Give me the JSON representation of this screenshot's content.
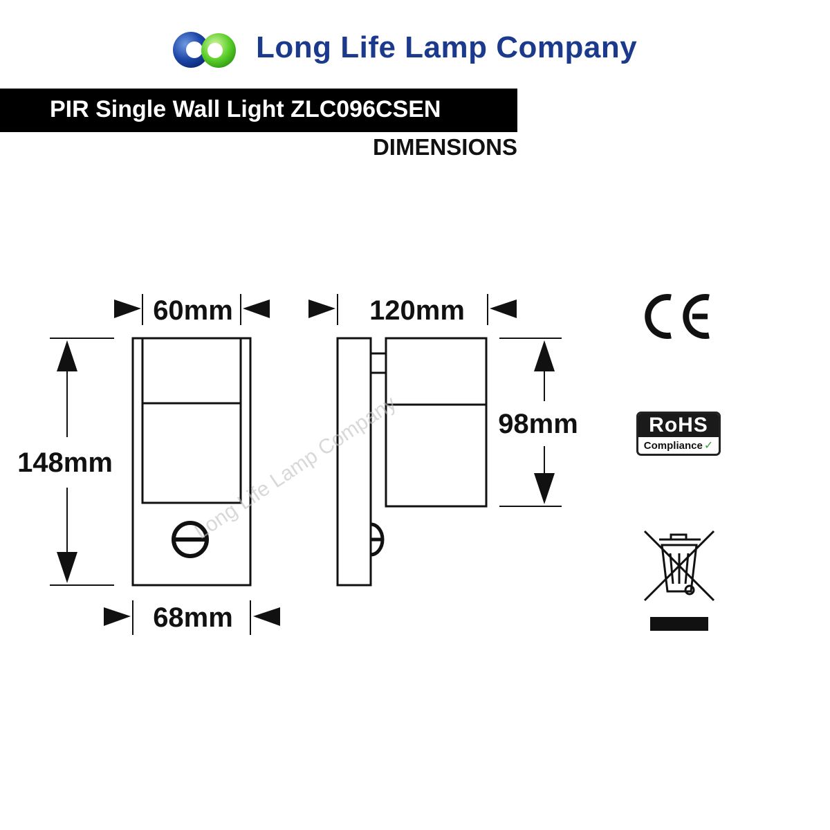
{
  "header": {
    "company_name": "Long Life Lamp Company",
    "product_title": "PIR Single Wall Light ZLC096CSEN",
    "section_label": "DIMENSIONS"
  },
  "dimensions": {
    "front_top_width": "60mm",
    "front_bottom_width": "68mm",
    "front_height": "148mm",
    "side_depth": "120mm",
    "side_head_height": "98mm"
  },
  "watermark": "Long Life Lamp Company",
  "certifications": {
    "ce": "CE",
    "rohs_title": "RoHS",
    "rohs_subtitle": "Compliance"
  },
  "icons": {
    "logo": "company-logo-icon",
    "ce": "ce-mark-icon",
    "rohs_check": "check-icon",
    "weee": "crossed-out-wheelie-bin-icon",
    "pir_sensor": "pir-sensor-icon"
  },
  "colors": {
    "brand_blue": "#1c3a8c",
    "logo_green": "#5ccf2a",
    "title_bar": "#000000",
    "title_text": "#ffffff",
    "rohs_check": "#3a9a3a"
  }
}
